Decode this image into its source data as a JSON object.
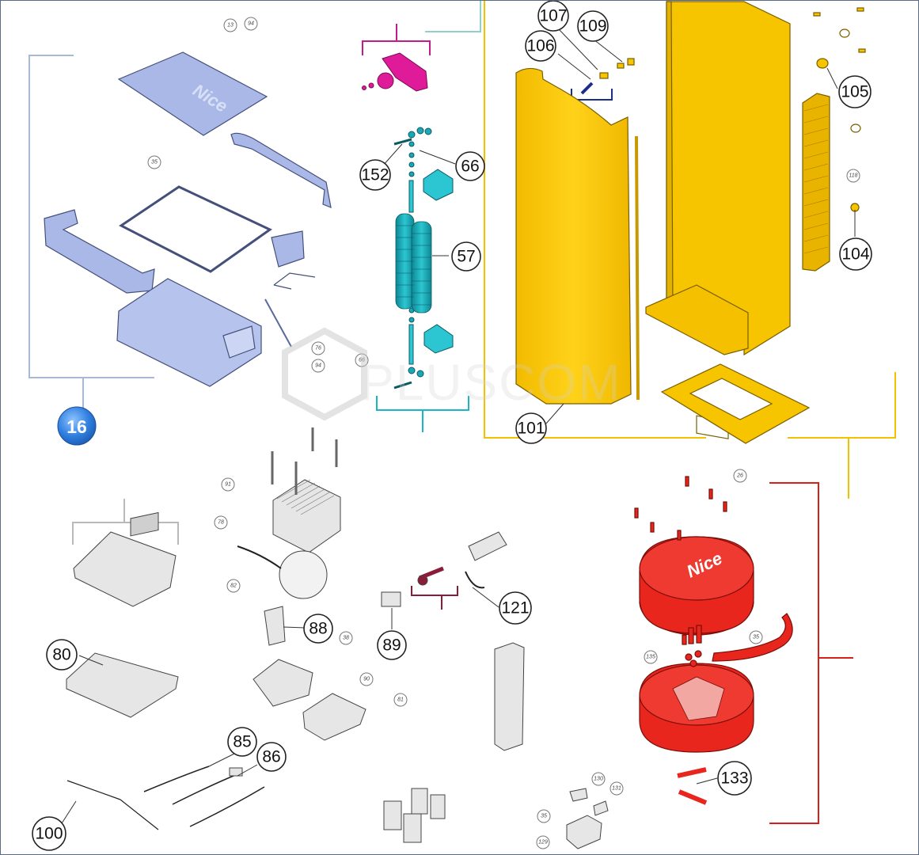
{
  "watermark": "PLUSCOM",
  "group_badge": "16",
  "lid_logo": "Nice",
  "cap_logo": "Nice",
  "callouts": [
    {
      "id": "c107",
      "label": "107"
    },
    {
      "id": "c109",
      "label": "109"
    },
    {
      "id": "c106",
      "label": "106"
    },
    {
      "id": "c105",
      "label": "105"
    },
    {
      "id": "c66",
      "label": "66"
    },
    {
      "id": "c152",
      "label": "152"
    },
    {
      "id": "c57",
      "label": "57"
    },
    {
      "id": "c104",
      "label": "104"
    },
    {
      "id": "c101",
      "label": "101"
    },
    {
      "id": "c121",
      "label": "121"
    },
    {
      "id": "c88",
      "label": "88"
    },
    {
      "id": "c89",
      "label": "89"
    },
    {
      "id": "c80",
      "label": "80"
    },
    {
      "id": "c85",
      "label": "85"
    },
    {
      "id": "c86",
      "label": "86"
    },
    {
      "id": "c133",
      "label": "133"
    },
    {
      "id": "c100",
      "label": "100"
    }
  ],
  "small_labels": [
    {
      "id": "s13",
      "label": "13"
    },
    {
      "id": "s94a",
      "label": "94"
    },
    {
      "id": "s35a",
      "label": "35"
    },
    {
      "id": "s76",
      "label": "76"
    },
    {
      "id": "s94b",
      "label": "94"
    },
    {
      "id": "s66",
      "label": "66"
    },
    {
      "id": "s118",
      "label": "118"
    },
    {
      "id": "s26",
      "label": "26"
    },
    {
      "id": "s91",
      "label": "91"
    },
    {
      "id": "s78",
      "label": "78"
    },
    {
      "id": "s82",
      "label": "82"
    },
    {
      "id": "s35b",
      "label": "35"
    },
    {
      "id": "s135",
      "label": "135"
    },
    {
      "id": "s38",
      "label": "38"
    },
    {
      "id": "s90",
      "label": "90"
    },
    {
      "id": "s81",
      "label": "81"
    },
    {
      "id": "s130",
      "label": "130"
    },
    {
      "id": "s131",
      "label": "131"
    },
    {
      "id": "s35c",
      "label": "35"
    },
    {
      "id": "s129",
      "label": "129"
    }
  ],
  "colors": {
    "cabinet_yellow": "#f7c400",
    "cap_red": "#e8261e",
    "lid_blue": "#a9b8e6",
    "spring_teal": "#1aa8b4",
    "bracket_magenta": "#e01b9a",
    "group_blue": "#2f7fe0"
  }
}
